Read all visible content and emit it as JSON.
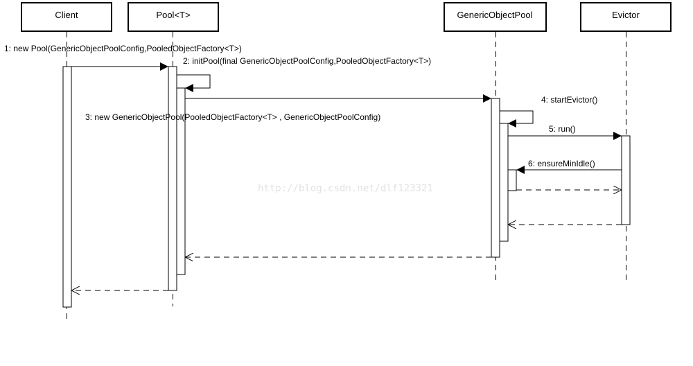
{
  "participants": {
    "client": {
      "name": "Client"
    },
    "pool": {
      "name": "Pool<T>"
    },
    "generic_object_pool": {
      "name": "GenericObjectPool"
    },
    "evictor": {
      "name": "Evictor"
    }
  },
  "messages": [
    {
      "label": "1: new Pool(GenericObjectPoolConfig,PooledObjectFactory<T>)"
    },
    {
      "label": "2: initPool(final GenericObjectPoolConfig,PooledObjectFactory<T>)"
    },
    {
      "label": "3: new GenericObjectPool(PooledObjectFactory<T> ,  GenericObjectPoolConfig)"
    },
    {
      "label": "4: startEvictor()"
    },
    {
      "label": "5: run()"
    },
    {
      "label": "6: ensureMinIdle()"
    }
  ],
  "watermark": "http://blog.csdn.net/dlf123321",
  "colors": {
    "line": "#000000",
    "watermark": "#e2e2e2",
    "background": "#ffffff"
  }
}
